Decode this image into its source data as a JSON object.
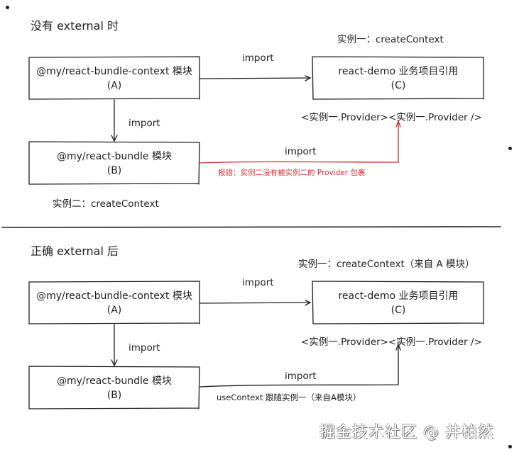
{
  "colors": {
    "stroke": "#1e1e1e",
    "error": "#e03131",
    "background": "#ffffff",
    "watermark": "#888888"
  },
  "section1": {
    "heading": "没有 external 时",
    "instance_one_label": "实例一：createContext",
    "instance_two_label": "实例二：createContext",
    "box_a": {
      "title": "@my/react-bundle-context 模块",
      "sub": "(A)"
    },
    "box_b": {
      "title": "@my/react-bundle 模块",
      "sub": "(B)"
    },
    "box_c": {
      "title": "react-demo 业务项目引用",
      "sub": "(C)"
    },
    "provider_text": "<实例一.Provider><实例一.Provider />",
    "arrow_a_c_label": "import",
    "arrow_a_b_label": "import",
    "arrow_b_c_label": "import",
    "error_text": "报错：实例二没有被实例二的 Provider 包裹"
  },
  "section2": {
    "heading": "正确 external 后",
    "instance_one_label": "实例一：createContext（来自 A 模块）",
    "box_a": {
      "title": "@my/react-bundle-context 模块",
      "sub": "(A)"
    },
    "box_b": {
      "title": "@my/react-bundle 模块",
      "sub": "(B)"
    },
    "box_c": {
      "title": "react-demo 业务项目引用",
      "sub": "(C)"
    },
    "provider_text": "<实例一.Provider><实例一.Provider />",
    "arrow_a_c_label": "import",
    "arrow_a_b_label": "import",
    "arrow_b_c_label": "import",
    "note_text": "useContext 跟随实例一（来自A模块）"
  },
  "watermark": "掘金技术社区 @ 井柏然"
}
